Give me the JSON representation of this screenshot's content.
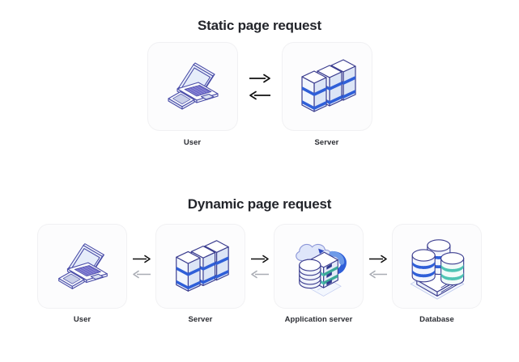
{
  "sections": [
    {
      "id": "static",
      "title": "Static page request",
      "nodes": [
        {
          "icon": "laptop-phone-icon",
          "label": "User"
        },
        {
          "icon": "server-rack-icon",
          "label": "Server"
        }
      ],
      "connectors": [
        {
          "forward": "arrow-right-icon",
          "backward": "arrow-left-icon",
          "forward_color": "#111111",
          "backward_color": "#111111"
        }
      ]
    },
    {
      "id": "dynamic",
      "title": "Dynamic page request",
      "nodes": [
        {
          "icon": "laptop-phone-icon",
          "label": "User"
        },
        {
          "icon": "server-rack-icon",
          "label": "Server"
        },
        {
          "icon": "application-server-icon",
          "label": "Application server"
        },
        {
          "icon": "database-icon",
          "label": "Database"
        }
      ],
      "connectors": [
        {
          "forward": "arrow-right-icon",
          "backward": "arrow-left-icon",
          "forward_color": "#111111",
          "backward_color": "#a9acb4"
        },
        {
          "forward": "arrow-right-icon",
          "backward": "arrow-left-icon",
          "forward_color": "#111111",
          "backward_color": "#a9acb4"
        },
        {
          "forward": "arrow-right-icon",
          "backward": "arrow-left-icon",
          "forward_color": "#111111",
          "backward_color": "#a9acb4"
        }
      ]
    }
  ],
  "colors": {
    "page_background": "#ffffff",
    "card_background": "#fcfcfd",
    "title_text": "#23252b",
    "label_text": "#2b2d33",
    "icon_outline_dark": "#3b3d8f",
    "icon_outline_mid": "#5b5fc7",
    "icon_fill_light": "#eef2fb",
    "icon_fill_white": "#ffffff",
    "icon_accent_blue": "#2f5fd8",
    "icon_accent_indigo": "#4a4fd0",
    "icon_accent_teal": "#4fc4b4",
    "icon_accent_violet": "#6d63c8"
  }
}
